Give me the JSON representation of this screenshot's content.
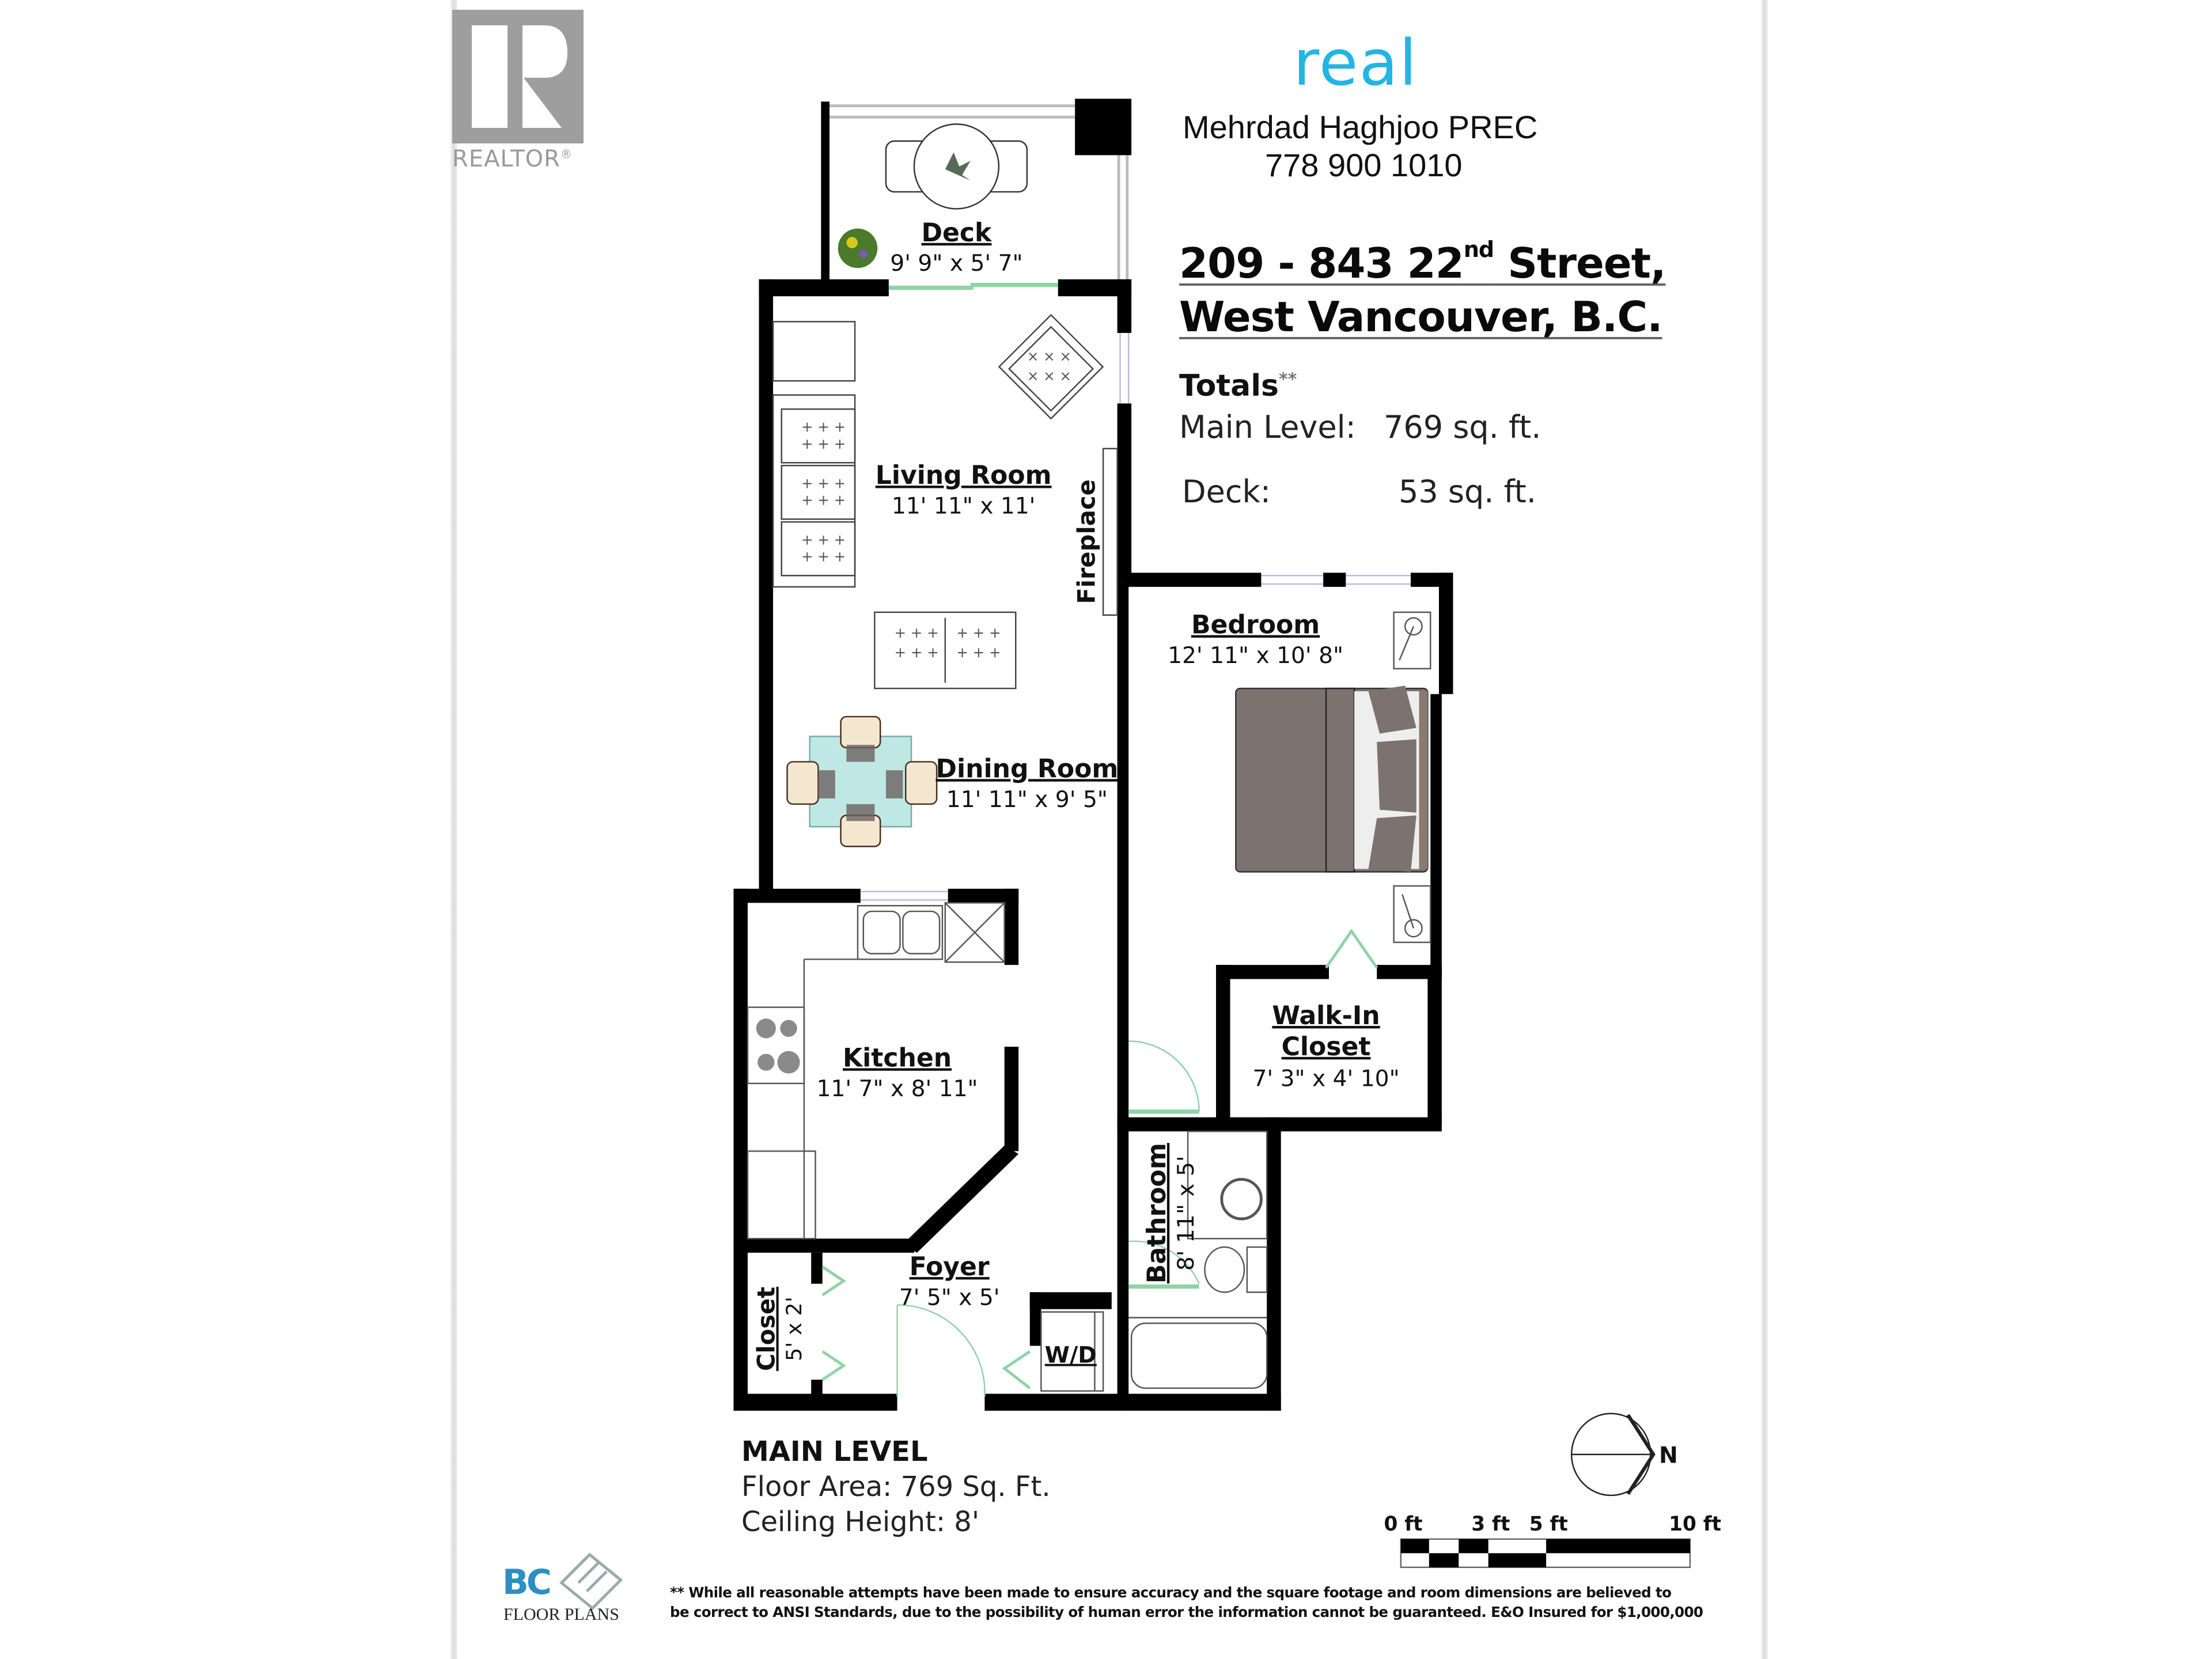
{
  "branding": {
    "realtor_logo_text": "REALTOR",
    "realtor_registered": "®",
    "brokerage_logo_text": "real",
    "brokerage_color": "#22b5e3",
    "agent_name": "Mehrdad Haghjoo PREC",
    "agent_phone": "778 900 1010",
    "floorplan_company_bc": "BC",
    "floorplan_company_name": "FLOOR PLANS"
  },
  "property": {
    "address_line1_prefix": "209 - 843 22",
    "address_line1_sup": "nd",
    "address_line1_suffix": " Street,",
    "address_line2": "West Vancouver, B.C."
  },
  "totals": {
    "heading": "Totals",
    "heading_mark": "**",
    "rows": [
      {
        "label": "Main Level:",
        "value": "769 sq. ft."
      },
      {
        "label": "Deck:",
        "value": "53 sq. ft."
      }
    ]
  },
  "level_info": {
    "title": "MAIN LEVEL",
    "floor_area": "Floor Area: 769 Sq. Ft.",
    "ceiling_height": "Ceiling Height: 8'"
  },
  "rooms": {
    "deck": {
      "name": "Deck",
      "dims": "9' 9\" x 5' 7\""
    },
    "living": {
      "name": "Living Room",
      "dims": "11' 11\" x 11'"
    },
    "fireplace": {
      "name": "Fireplace"
    },
    "dining": {
      "name": "Dining Room",
      "dims": "11' 11\" x 9' 5\""
    },
    "bedroom": {
      "name": "Bedroom",
      "dims": "12' 11\" x 10' 8\""
    },
    "kitchen": {
      "name": "Kitchen",
      "dims": "11' 7\" x 8' 11\""
    },
    "walkin": {
      "name_line1": "Walk-In",
      "name_line2": "Closet",
      "dims": "7' 3\" x 4' 10\""
    },
    "bathroom": {
      "name": "Bathroom",
      "dims": "8' 11\" x 5'"
    },
    "foyer": {
      "name": "Foyer",
      "dims": "7' 5\" x 5'"
    },
    "closet": {
      "name": "Closet",
      "dims": "5' x 2'"
    },
    "laundry": {
      "name": "W/D"
    }
  },
  "compass": {
    "north_label": "N"
  },
  "scale_bar": {
    "ticks": [
      "0 ft",
      "3 ft",
      "5 ft",
      "10 ft"
    ]
  },
  "disclaimer": {
    "line1": "** While all reasonable attempts have been made to ensure accuracy and the square footage and room dimensions are believed to",
    "line2": "be correct to ANSI Standards, due to the possibility of human error the information cannot be guaranteed. E&O Insured for $1,000,000"
  },
  "colors": {
    "wall": "#000000",
    "door_swing": "#8fd3a6",
    "window": "#b9b9e6",
    "bed": "#7c7371",
    "dining_table": "#bfe8e4",
    "realtor_gray": "#9e9e9e"
  }
}
